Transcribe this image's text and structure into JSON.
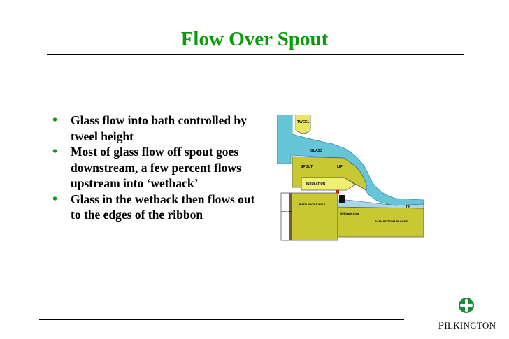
{
  "slide": {
    "title": "Flow Over Spout",
    "bullets": [
      "Glass flow into bath controlled by tweel height",
      "Most of glass flow off spout goes downstream, a few percent flows upstream into ‘wetback’",
      "Glass in the wetback then flows out to the edges of the ribbon"
    ]
  },
  "diagram": {
    "labels": {
      "tweel": "TWEEL",
      "glass_top": "GLASS",
      "spout": "SPOUT",
      "lip": "LIP",
      "insulation": "INSULATION",
      "glass_right": "GLASS",
      "tin": "TIN",
      "bath_front_wall": "BATH FRONT WALL",
      "wetback_area": "Wet back Area",
      "bath_bottom_blocks": "BATH BOTTOM BLOCKS",
      "water_sink": "WATER SINK"
    },
    "colors": {
      "glass": "#66c6d8",
      "refractory": "#c8c832",
      "tin": "#a9d6ec",
      "wall": "#7a5a3a"
    }
  },
  "logo": {
    "name_first": "P",
    "name_rest": "ILKINGTON",
    "icon": "pilkington-cross-logo-icon"
  }
}
